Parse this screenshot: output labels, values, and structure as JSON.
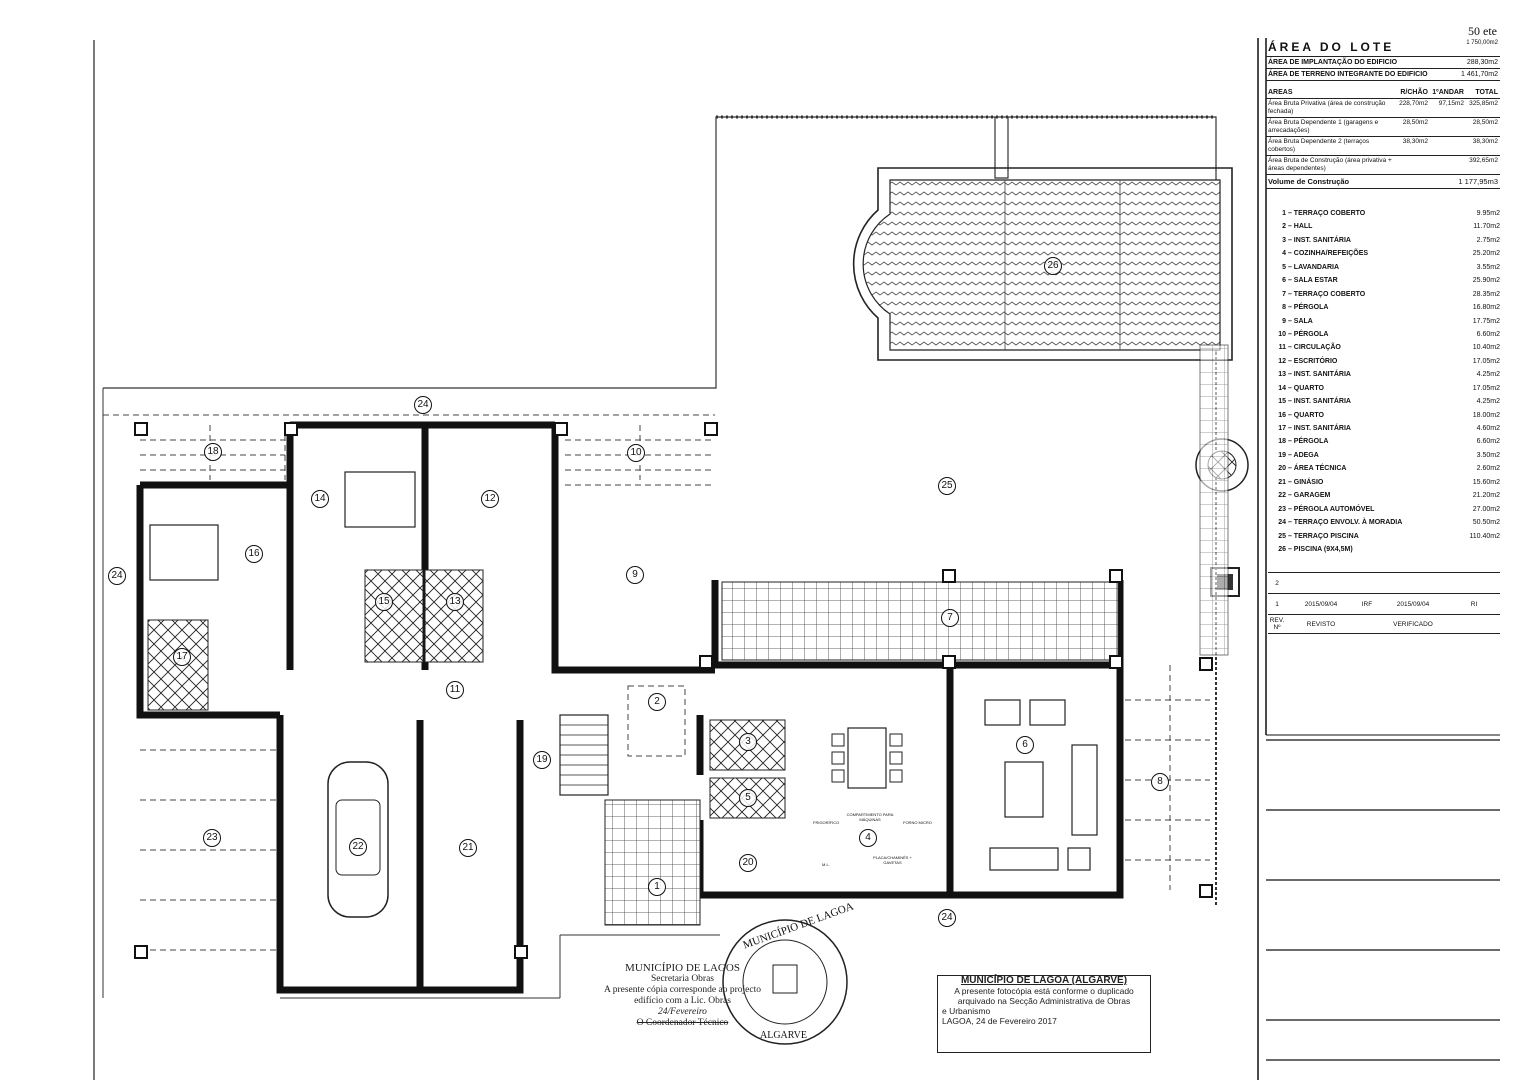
{
  "corner_note": "50 ete",
  "title_block": {
    "lot_label": "ÁREA DO LOTE",
    "lot_value": "1 750,00m2",
    "implant_label": "ÁREA DE IMPLANTAÇÃO DO EDIFICIO",
    "implant_value": "288,30m2",
    "terrain_label": "ÁREA DE TERRENO INTEGRANTE DO EDIFICIO",
    "terrain_value": "1 461,70m2",
    "areas_header": [
      "AREAS",
      "R/CHÃO",
      "1ºANDAR",
      "TOTAL"
    ],
    "areas_rows": [
      [
        "Área Bruta Privativa (área de construção fechada)",
        "228,70m2",
        "97,15m2",
        "325,85m2"
      ],
      [
        "Área Bruta Dependente 1 (garagens e arrecadações)",
        "28,50m2",
        "",
        "28,50m2"
      ],
      [
        "Área Bruta Dependente 2 (terraços cobertos)",
        "38,30m2",
        "",
        "38,30m2"
      ],
      [
        "Área Bruta de Construção (área privativa + áreas dependentes)",
        "",
        "",
        "392,65m2"
      ]
    ],
    "volume_label": "Volume de Construção",
    "volume_value": "1 177,95m3"
  },
  "rooms": [
    {
      "n": "1",
      "name": "TERRAÇO COBERTO",
      "area": "9.95m2"
    },
    {
      "n": "2",
      "name": "HALL",
      "area": "11.70m2"
    },
    {
      "n": "3",
      "name": "INST. SANITÁRIA",
      "area": "2.75m2"
    },
    {
      "n": "4",
      "name": "COZINHA/REFEIÇÕES",
      "area": "25.20m2"
    },
    {
      "n": "5",
      "name": "LAVANDARIA",
      "area": "3.55m2"
    },
    {
      "n": "6",
      "name": "SALA ESTAR",
      "area": "25.90m2"
    },
    {
      "n": "7",
      "name": "TERRAÇO COBERTO",
      "area": "28.35m2"
    },
    {
      "n": "8",
      "name": "PÉRGOLA",
      "area": "16.80m2"
    },
    {
      "n": "9",
      "name": "SALA",
      "area": "17.75m2"
    },
    {
      "n": "10",
      "name": "PÉRGOLA",
      "area": "6.60m2"
    },
    {
      "n": "11",
      "name": "CIRCULAÇÃO",
      "area": "10.40m2"
    },
    {
      "n": "12",
      "name": "ESCRITÓRIO",
      "area": "17.05m2"
    },
    {
      "n": "13",
      "name": "INST. SANITÁRIA",
      "area": "4.25m2"
    },
    {
      "n": "14",
      "name": "QUARTO",
      "area": "17.05m2"
    },
    {
      "n": "15",
      "name": "INST. SANITÁRIA",
      "area": "4.25m2"
    },
    {
      "n": "16",
      "name": "QUARTO",
      "area": "18.00m2"
    },
    {
      "n": "17",
      "name": "INST. SANITÁRIA",
      "area": "4.60m2"
    },
    {
      "n": "18",
      "name": "PÉRGOLA",
      "area": "6.60m2"
    },
    {
      "n": "19",
      "name": "ADEGA",
      "area": "3.50m2"
    },
    {
      "n": "20",
      "name": "ÁREA TÉCNICA",
      "area": "2.60m2"
    },
    {
      "n": "21",
      "name": "GINÁSIO",
      "area": "15.60m2"
    },
    {
      "n": "22",
      "name": "GARAGEM",
      "area": "21.20m2"
    },
    {
      "n": "23",
      "name": "PÉRGOLA AUTOMÓVEL",
      "area": "27.00m2"
    },
    {
      "n": "24",
      "name": "TERRAÇO ENVOLV. À MORADIA",
      "area": "50.50m2"
    },
    {
      "n": "25",
      "name": "TERRAÇO PISCINA",
      "area": "110.40m2"
    },
    {
      "n": "26",
      "name": "PISCINA (9x4,5m)",
      "area": ""
    }
  ],
  "revisions": {
    "row2": "2",
    "row1": [
      "1",
      "2015/09/04",
      "IRF",
      "2015/09/04",
      "RI"
    ],
    "header": [
      "REV. Nº",
      "REVISTO",
      "",
      "VERIFICADO",
      ""
    ]
  },
  "stamp_left": {
    "line1": "MUNICÍPIO DE LAGOS",
    "line2": "Secretaria Obras",
    "line3": "A presente cópia corresponde ao projecto",
    "line4": "edifício com a Lic. Obras",
    "line5": "24/Fevereiro",
    "line6": "O Coordenador Técnico",
    "seal_text": "MUNICÍPIO DE LAGOA",
    "seal_bottom": "ALGARVE"
  },
  "stamp_right": {
    "line1": "MUNICÍPIO DE LAGOA (ALGARVE)",
    "line2": "A presente fotocópia está conforme o duplicado",
    "line3": "arquivado na Secção Administrativa de Obras",
    "line4": "e Urbanismo",
    "line5": "LAGOA, 24 de Fevereiro 2017"
  },
  "plan_labels": {
    "stove_small_1": "FRIGORÍFICO",
    "stove_small_2": "COMPARTIMENTO PARA MÁQUINAS",
    "stove_small_3": "FORNO MICRO",
    "kitchen_small_1": "M.L.",
    "kitchen_small_2": "PLACA/CHAMINÉS + GAVETAS"
  }
}
